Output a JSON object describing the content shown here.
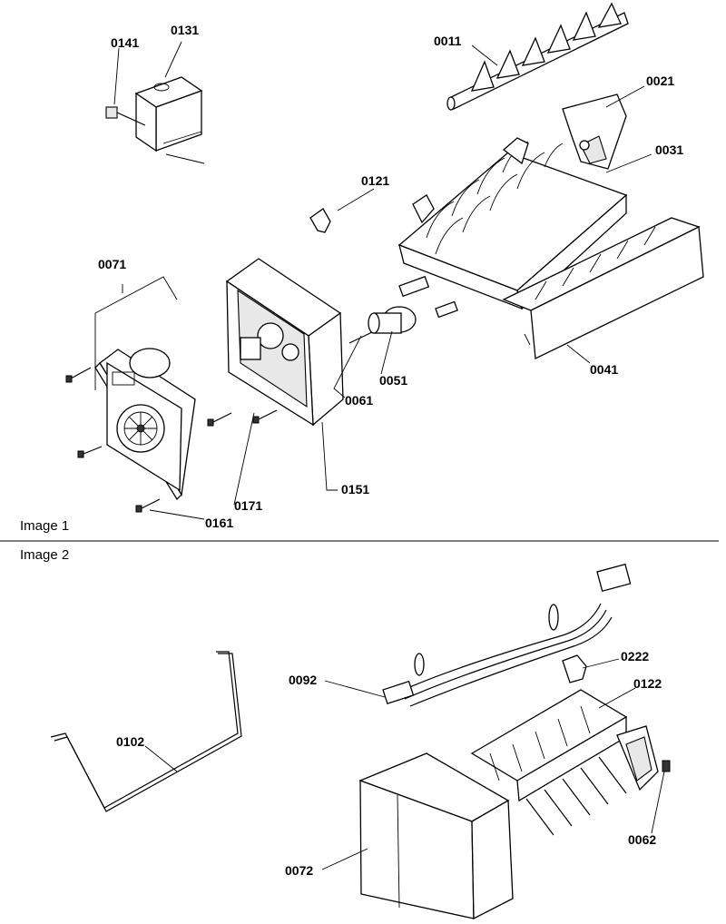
{
  "sections": [
    {
      "label": "Image 1"
    },
    {
      "label": "Image 2"
    }
  ],
  "callouts": {
    "p0141": "0141",
    "p0131": "0131",
    "p0011": "0011",
    "p0021": "0021",
    "p0031": "0031",
    "p0121": "0121",
    "p0071": "0071",
    "p0051": "0051",
    "p0061": "0061",
    "p0041": "0041",
    "p0151": "0151",
    "p0171": "0171",
    "p0161": "0161",
    "p0222": "0222",
    "p0092": "0092",
    "p0122": "0122",
    "p0102": "0102",
    "p0062": "0062",
    "p0072": "0072"
  }
}
